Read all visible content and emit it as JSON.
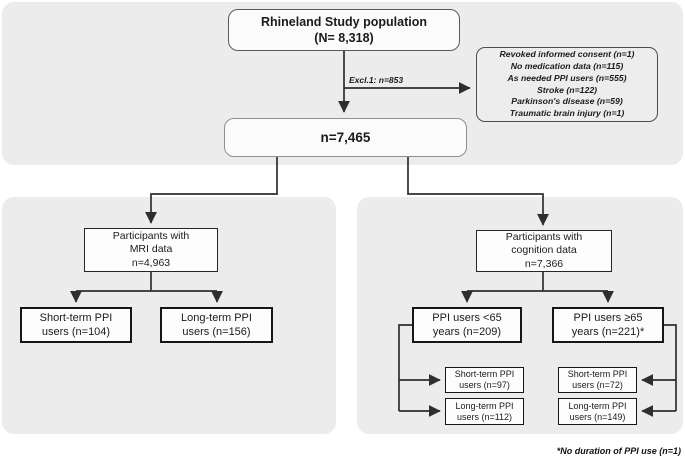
{
  "top_section": {
    "population_box": [
      "Rhineland Study population",
      "(N= 8,318)"
    ],
    "exclusion_label": "Excl.1: n=853",
    "exclusion_box": [
      "Revoked informed consent (n=1)",
      "No medication data (n=115)",
      "As needed PPI users (n=555)",
      "Stroke (n=122)",
      "Parkinson's disease (n=59)",
      "Traumatic brain injury (n=1)"
    ],
    "eligible_box": "n=7,465"
  },
  "mri_branch": {
    "header": [
      "Participants with",
      "MRI data",
      "n=4,963"
    ],
    "short_term_box": [
      "Short-term PPI",
      "users (n=104)"
    ],
    "long_term_box": [
      "Long-term PPI",
      "users (n=156)"
    ]
  },
  "cognition_branch": {
    "header": [
      "Participants with",
      "cognition data",
      "n=7,366"
    ],
    "under65_box": [
      "PPI users <65",
      "years (n=209)"
    ],
    "over65_box": [
      "PPI users ≥65",
      "years (n=221)*"
    ],
    "under65_short_box": [
      "Short-term PPI",
      "users (n=97)"
    ],
    "under65_long_box": [
      "Long-term PPI",
      "users (n=112)"
    ],
    "over65_short_box": [
      "Short-term PPI",
      "users (n=72)"
    ],
    "over65_long_box": [
      "Long-term PPI",
      "users (n=149)"
    ]
  },
  "footnote": "*No duration of PPI use (n=1)",
  "colors": {
    "panel": "#ececec",
    "line": "#2e2e2e",
    "box_fill": "#fdfdfd"
  }
}
